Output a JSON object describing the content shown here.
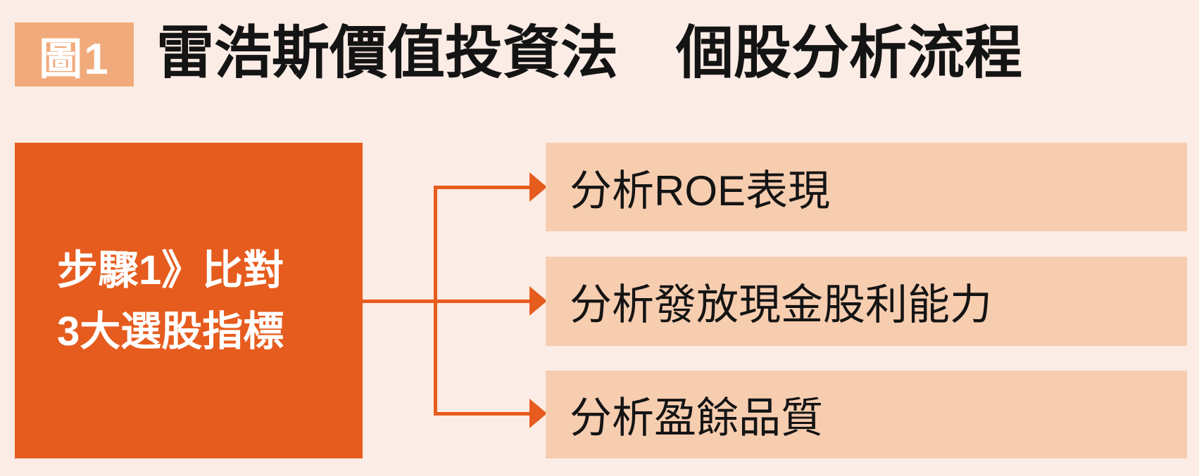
{
  "figure": {
    "badge": "圖1",
    "title": "雷浩斯價值投資法　個股分析流程"
  },
  "flow": {
    "step": {
      "line1": "步驟1》比對",
      "line2": "3大選股指標"
    },
    "outputs": [
      {
        "label": "分析ROE表現"
      },
      {
        "label": "分析發放現金股利能力"
      },
      {
        "label": "分析盈餘品質"
      }
    ]
  },
  "icons": {
    "arrow": "arrow-right-icon"
  },
  "theme": {
    "background": "#FBECE5",
    "accent_orange": "#E65C1E",
    "badge_salmon": "#F1AA7B",
    "panel_peach": "#F7CDB0",
    "text_black": "#141414",
    "text_white": "#FFFFFF"
  }
}
